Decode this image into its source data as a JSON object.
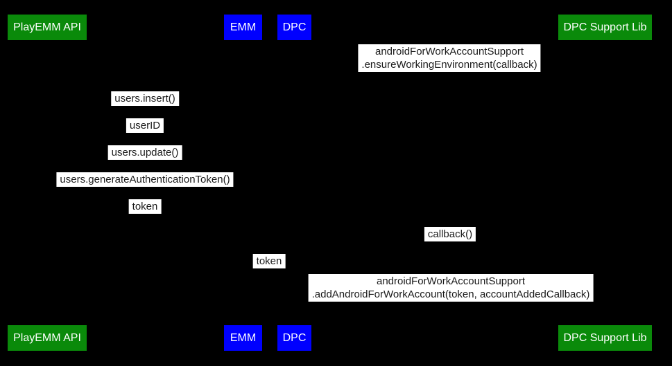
{
  "diagram": {
    "type": "sequence-diagram",
    "colors": {
      "background": "#000000",
      "actor_green": "#0a8a0a",
      "actor_blue": "#0000ff",
      "actor_text": "#ffffff",
      "message_background": "#ffffff",
      "message_text": "#1a1a1a"
    },
    "actors": [
      {
        "label": "PlayEMM API",
        "color": "#0a8a0a"
      },
      {
        "label": "EMM",
        "color": "#0000ff"
      },
      {
        "label": "DPC",
        "color": "#0000ff"
      },
      {
        "label": "DPC Support Lib",
        "color": "#0a8a0a"
      }
    ],
    "messages": [
      {
        "lines": [
          "androidForWorkAccountSupport",
          ".ensureWorkingEnvironment(callback)"
        ]
      },
      {
        "lines": [
          "users.insert()"
        ]
      },
      {
        "lines": [
          "userID"
        ]
      },
      {
        "lines": [
          "users.update()"
        ]
      },
      {
        "lines": [
          "users.generateAuthenticationToken()"
        ]
      },
      {
        "lines": [
          "token"
        ]
      },
      {
        "lines": [
          "callback()"
        ]
      },
      {
        "lines": [
          "token"
        ]
      },
      {
        "lines": [
          "androidForWorkAccountSupport",
          ".addAndroidForWorkAccount(token, accountAddedCallback)"
        ]
      }
    ]
  }
}
